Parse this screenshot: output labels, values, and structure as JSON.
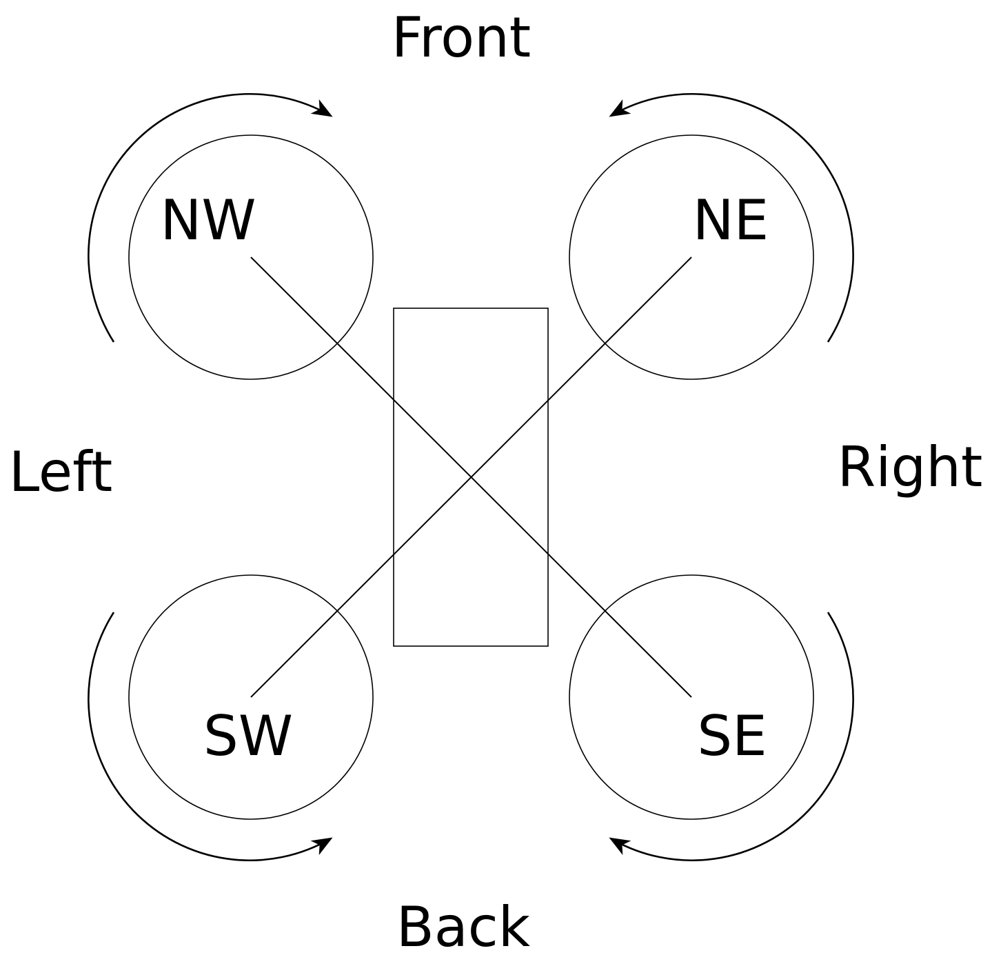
{
  "labels": {
    "front": "Front",
    "back": "Back",
    "left": "Left",
    "right": "Right"
  },
  "rotors": {
    "nw": "NW",
    "ne": "NE",
    "sw": "SW",
    "se": "SE"
  },
  "rotation": {
    "nw": "clockwise",
    "ne": "counterclockwise",
    "sw": "counterclockwise",
    "se": "clockwise"
  }
}
